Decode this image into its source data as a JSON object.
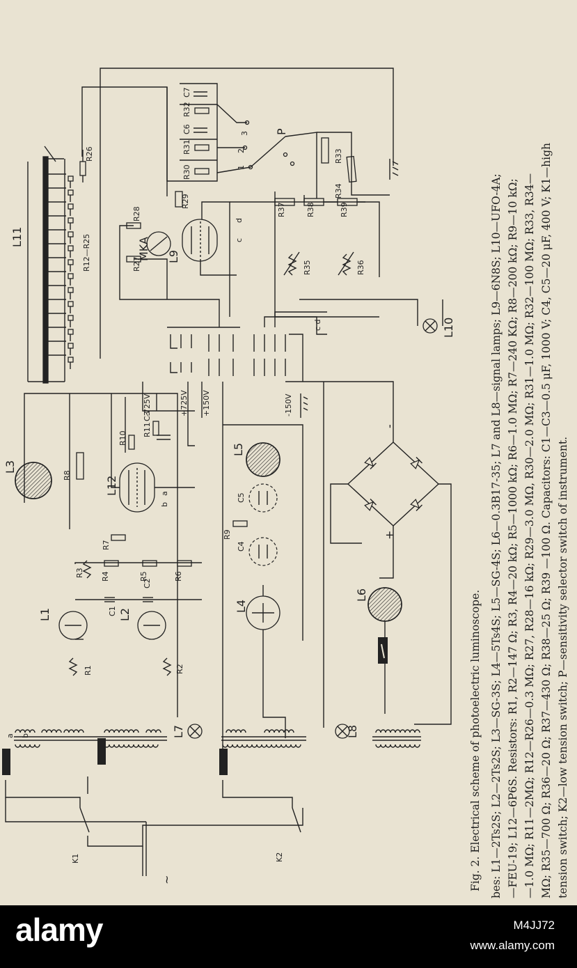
{
  "watermark": {
    "brand": "alamy",
    "image_id": "M4JJ72",
    "url": "www.alamy.com"
  },
  "figure": {
    "caption_lines": [
      "Fig. 2. Electrical scheme of photoelectric luminoscope.",
      "bes: L1—2Ts2S; L2—2Ts2S; L3—SG-3S; L4—5Ts4S; L5—SG-4S; L6—0.3B17-35; L7 and L8—signal lamps; L9—6N8S; L10—UFO-4A;",
      "—FEU-19; L12—6P6S. Resistors: R1, R2—147 Ω; R3, R4—20 kΩ; R5—1000 kΩ; R6—1.0 MΩ; R7—240 KΩ; R8—200 kΩ; R9—10 kΩ;",
      "—1.0 MΩ; R11—2MΩ; R12—R26—0.3 MΩ; R27, R28—16 kΩ; R29—3.0 MΩ, R30—2.0 MΩ; R31—1.0 MΩ; R32—100 MΩ; R33, R34—",
      "MΩ; R35—700 Ω; R36—20 Ω; R37—430 Ω; R38—25 Ω; R39 —100 Ω. Capacitors: C1—C3—0.5 μF, 1000 V; C4, C5—20 μF, 400 V; K1—high",
      "tension switch; K2—low tension switch; P—sensitivity selector switch of instrument."
    ],
    "labels": {
      "l11": "L11",
      "r26": "R26",
      "r12_25": "R12—R25",
      "r28": "R28",
      "r27": "R27",
      "mka": "MKA",
      "l9": "L9",
      "c_out": "c",
      "d_out": "d",
      "r29": "R29",
      "r30": "R30",
      "r31": "R31",
      "r32": "R32",
      "c6": "C6",
      "c7": "C7",
      "sw1": "1",
      "sw2": "2",
      "sw3": "3",
      "p": "P",
      "r33": "R33",
      "r34": "R34",
      "r37": "R37",
      "r38": "R38",
      "r39": "R39",
      "r35": "R35",
      "r36": "R36",
      "l10": "L10",
      "cd": "c d",
      "v_m725": "-725V",
      "v_p725": "+725V",
      "v_p150": "+150V",
      "v_m150": "-150V",
      "r10": "R10",
      "r11": "R11",
      "c3": "C3",
      "l12": "L12",
      "a_pin": "a",
      "b_pin": "b",
      "l3": "L3",
      "r8": "R8",
      "r7": "R7",
      "r3": "R3",
      "r4": "R4",
      "r5": "R5",
      "r6": "R6",
      "l5": "L5",
      "c5": "C5",
      "c4": "C4",
      "r9": "R9",
      "minus": "-",
      "plus": "+",
      "l1": "L1",
      "l2": "L2",
      "c1": "C1",
      "c2": "C2",
      "r1": "R1",
      "r2": "R2",
      "l4": "L4",
      "l6": "L6",
      "l7": "L7",
      "l8": "L8",
      "a_out": "a",
      "b_out": "b",
      "k1": "K1",
      "k2": "K2",
      "tilde": "~"
    }
  }
}
